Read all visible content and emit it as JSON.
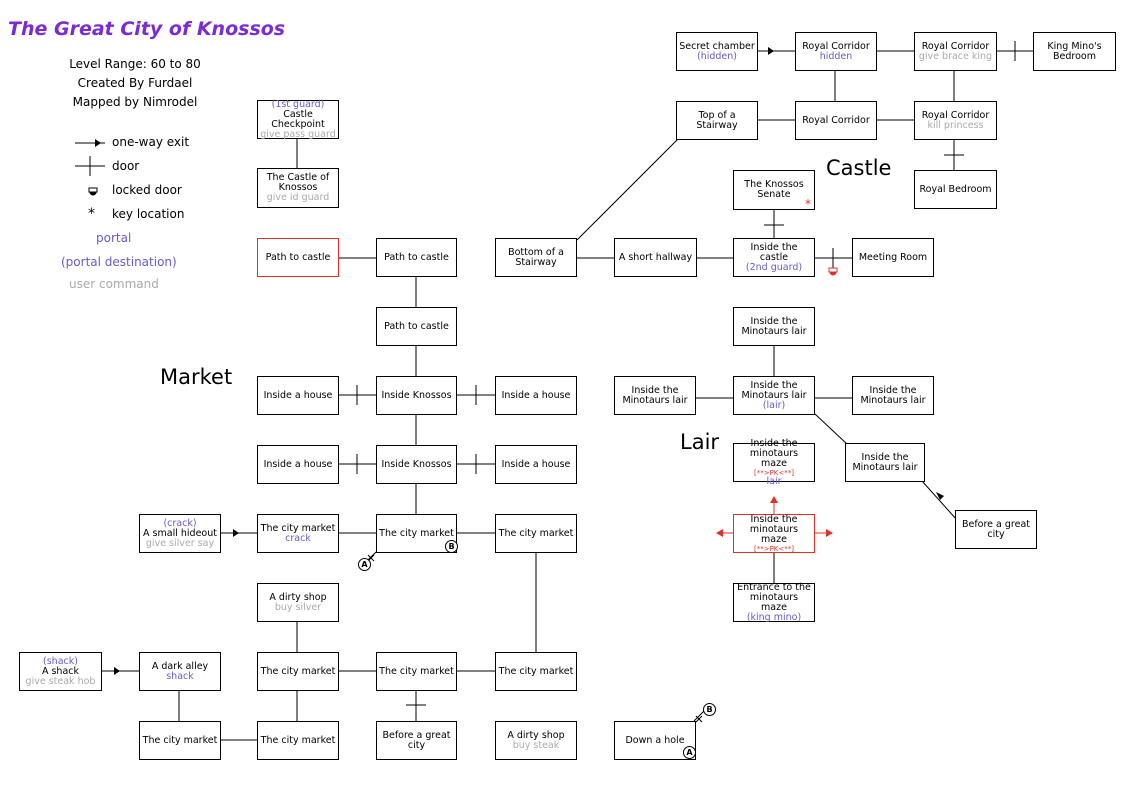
{
  "header": {
    "title": "The Great City of Knossos",
    "level_range": "Level Range: 60 to 80",
    "created_by": "Created By Furdael",
    "mapped_by": "Mapped by Nimrodel"
  },
  "legend": {
    "one_way": "one-way exit",
    "door": "door",
    "locked": "locked door",
    "key": "key location",
    "key_symbol": "*",
    "portal": "portal",
    "portal_dest": "(portal destination)",
    "user_cmd": "user command"
  },
  "regions": {
    "market": "Market",
    "castle": "Castle",
    "lair": "Lair"
  },
  "rooms": {
    "castle_checkpoint": {
      "above": "(1st guard)",
      "name": "Castle Checkpoint",
      "below": "give pass guard"
    },
    "castle_of_knossos": {
      "name": "The Castle of Knossos",
      "below": "give id guard"
    },
    "path1": {
      "name": "Path to castle"
    },
    "path2": {
      "name": "Path to castle"
    },
    "path3": {
      "name": "Path to castle"
    },
    "house1": {
      "name": "Inside a house"
    },
    "knossos1": {
      "name": "Inside Knossos"
    },
    "house2": {
      "name": "Inside a house"
    },
    "house3": {
      "name": "Inside a house"
    },
    "knossos2": {
      "name": "Inside Knossos"
    },
    "house4": {
      "name": "Inside a house"
    },
    "hideout": {
      "above": "(crack)",
      "name": "A small hideout",
      "below": "give silver say"
    },
    "market1": {
      "name": "The city market",
      "below": "crack"
    },
    "market2": {
      "name": "The city market"
    },
    "market3": {
      "name": "The city market"
    },
    "dirty_shop1": {
      "name": "A dirty shop",
      "below": "buy silver"
    },
    "shack": {
      "above": "(shack)",
      "name": "A shack",
      "below": "give steak hob"
    },
    "dark_alley": {
      "name": "A dark alley",
      "below": "shack"
    },
    "market4": {
      "name": "The city market"
    },
    "market5": {
      "name": "The city market"
    },
    "market6": {
      "name": "The city market"
    },
    "market7": {
      "name": "The city market"
    },
    "market8": {
      "name": "The city market"
    },
    "before_city1": {
      "name": "Before a great city"
    },
    "dirty_shop2": {
      "name": "A dirty shop",
      "below": "buy steak"
    },
    "hole": {
      "name": "Down a hole"
    },
    "secret_chamber": {
      "name": "Secret chamber",
      "below": "(hidden)"
    },
    "royal1": {
      "name": "Royal Corridor",
      "below": "hidden"
    },
    "royal2": {
      "name": "Royal Corridor",
      "below": "give brace king"
    },
    "mino_bedroom": {
      "name": "King Mino's Bedroom"
    },
    "top_stair": {
      "name": "Top of a Stairway"
    },
    "royal3": {
      "name": "Royal Corridor"
    },
    "royal4": {
      "name": "Royal Corridor",
      "below": "kill princess"
    },
    "senate": {
      "name": "The Knossos Senate"
    },
    "royal_bedroom": {
      "name": "Royal Bedroom"
    },
    "bottom_stair": {
      "name": "Bottom of a Stairway"
    },
    "short_hall": {
      "name": "A short hallway"
    },
    "inside_castle": {
      "name": "Inside the castle",
      "below": "(2nd guard)"
    },
    "meeting": {
      "name": "Meeting Room"
    },
    "lair_top": {
      "name": "Inside the Minotaurs lair"
    },
    "lair_left": {
      "name": "Inside the Minotaurs lair"
    },
    "lair_center": {
      "name": "Inside the Minotaurs lair",
      "below": "(lair)"
    },
    "lair_right": {
      "name": "Inside the Minotaurs lair"
    },
    "lair_se": {
      "name": "Inside the Minotaurs lair"
    },
    "maze1": {
      "name": "Inside the minotaurs maze",
      "pk": "[**>PK<**]",
      "below": "lair"
    },
    "maze2": {
      "name": "Inside the minotaurs maze",
      "pk": "[**>PK<**]"
    },
    "maze_entrance": {
      "name": "Entrance to the minotaurs maze",
      "below": "(king mino)"
    },
    "before_city2": {
      "name": "Before a great city"
    }
  },
  "markers": {
    "a": "A",
    "b": "B"
  },
  "colors": {
    "title": "#7a2ad6",
    "portal": "#6a5acd",
    "command": "#aaaaaa",
    "red": "#e0302a"
  }
}
